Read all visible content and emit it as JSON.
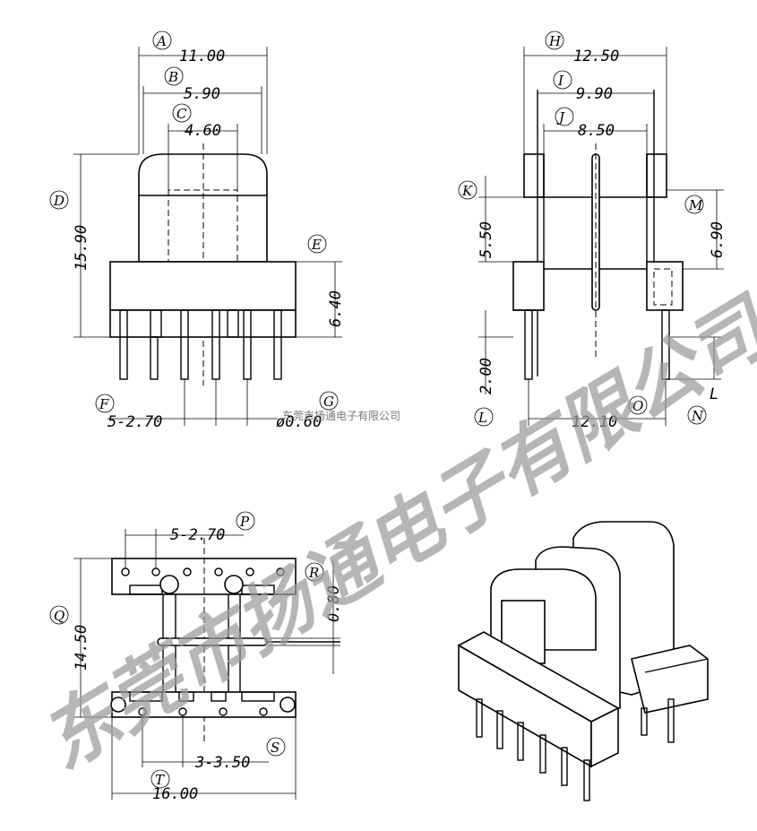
{
  "views": {
    "front": {
      "dims": {
        "A": "11.00",
        "B": "5.90",
        "C": "4.60",
        "D": "15.90",
        "E": "6.40",
        "F": "5-2.70",
        "G": "ø0.60"
      },
      "small_text": "东莞市扬通电子有限公司"
    },
    "side": {
      "dims": {
        "H": "12.50",
        "I": "9.90",
        "J": "8.50",
        "K": "5.50",
        "M": "6.90",
        "L": "2.00",
        "O": "12.10",
        "N": "L"
      }
    },
    "bottom": {
      "dims": {
        "P": "5-2.70",
        "R": "0.80",
        "Q": "14.50",
        "S": "3-3.50",
        "T": "16.00"
      }
    }
  },
  "callouts": [
    "A",
    "B",
    "C",
    "D",
    "E",
    "F",
    "G",
    "H",
    "I",
    "J",
    "K",
    "M",
    "L",
    "O",
    "N",
    "P",
    "R",
    "Q",
    "S",
    "T"
  ],
  "watermark": "东莞市扬通电子有限公司"
}
